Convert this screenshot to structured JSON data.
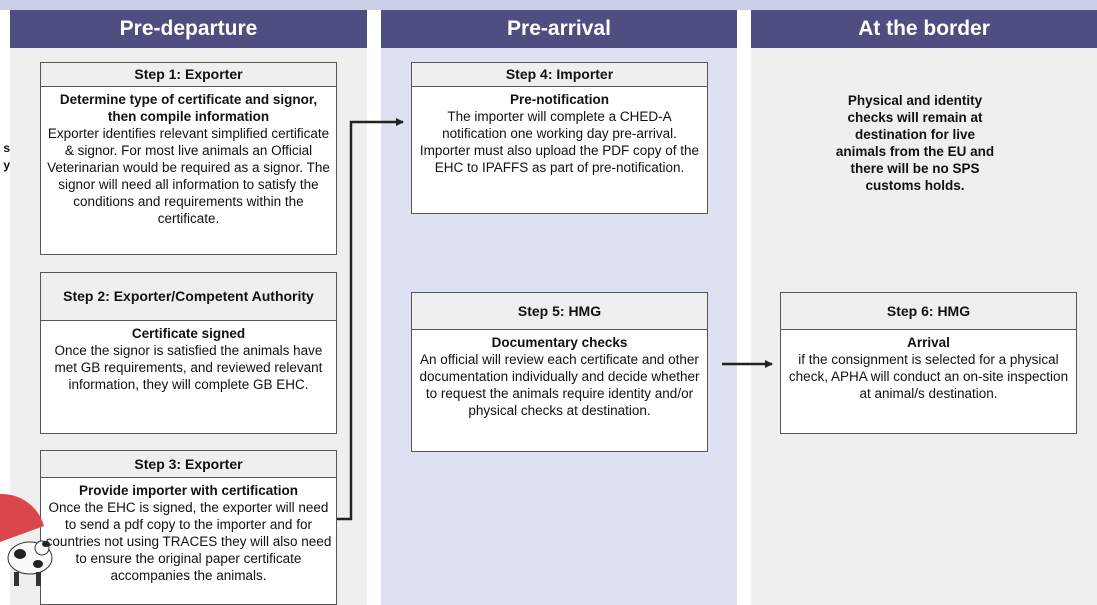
{
  "columns": [
    {
      "title": "Pre-departure"
    },
    {
      "title": "Pre-arrival"
    },
    {
      "title": "At the border"
    }
  ],
  "edge_text": [
    "s",
    "y"
  ],
  "steps": {
    "step1": {
      "title": "Step 1: Exporter",
      "subtitle": "Determine type of certificate and signor, then compile information",
      "body": "Exporter identifies relevant simplified certificate & signor. For most live animals an Official Veterinarian would be required as a signor. The signor will need all information to satisfy the conditions and requirements within the certificate."
    },
    "step2": {
      "title": "Step 2: Exporter/Competent Authority",
      "subtitle": "Certificate signed",
      "body": "Once the signor is satisfied the animals have met GB requirements, and reviewed relevant information, they will complete GB EHC."
    },
    "step3": {
      "title": "Step 3: Exporter",
      "subtitle": "Provide importer with certification",
      "body": "Once the EHC is signed, the exporter will need to send a pdf copy to the importer and for countries not using TRACES they will also need to ensure the original paper certificate accompanies the animals."
    },
    "step4": {
      "title": "Step 4: Importer",
      "subtitle": "Pre-notification",
      "body": "The importer will complete a CHED-A notification one working day pre-arrival. Importer must also upload the PDF copy of the EHC to IPAFFS as part of pre-notification."
    },
    "step5": {
      "title": "Step 5: HMG",
      "subtitle": "Documentary checks",
      "body": "An official will review each certificate and other documentation individually and decide whether to request the animals require identity and/or physical checks at destination."
    },
    "step6": {
      "title": "Step 6: HMG",
      "subtitle": "Arrival",
      "body": "if the consignment is selected for a physical check, APHA will conduct an on-site inspection at animal/s destination."
    }
  },
  "border_note": "Physical and identity checks will remain at destination for live animals from the EU and there will be no SPS customs holds."
}
